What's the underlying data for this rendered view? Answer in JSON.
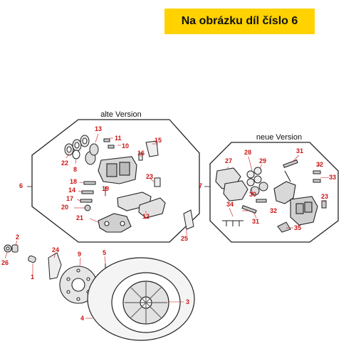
{
  "banner": {
    "text": "Na obrázku díl číslo 6"
  },
  "groups": {
    "old_version_label": "alte Version",
    "new_version_label": "neue Version"
  },
  "callouts": {
    "n1": "1",
    "n2": "2",
    "n3": "3",
    "n4": "4",
    "n5": "5",
    "n6": "6",
    "n7": "7",
    "n8": "8",
    "n9": "9",
    "n10": "10",
    "n11": "11",
    "n12": "12",
    "n13": "13",
    "n14": "14",
    "n15": "15",
    "n16": "16",
    "n17": "17",
    "n18": "18",
    "n19": "19",
    "n20": "20",
    "n21": "21",
    "n22": "22",
    "n23a": "23",
    "n23b": "23",
    "n24": "24",
    "n25": "25",
    "n26": "26",
    "n27": "27",
    "n28": "28",
    "n29": "29",
    "n30": "30",
    "n31a": "31",
    "n31b": "31",
    "n32a": "32",
    "n32b": "32",
    "n33": "33",
    "n34": "34",
    "n35": "35"
  },
  "colors": {
    "banner_bg": "#ffd200",
    "callout": "#cc1414",
    "line": "#222222"
  }
}
